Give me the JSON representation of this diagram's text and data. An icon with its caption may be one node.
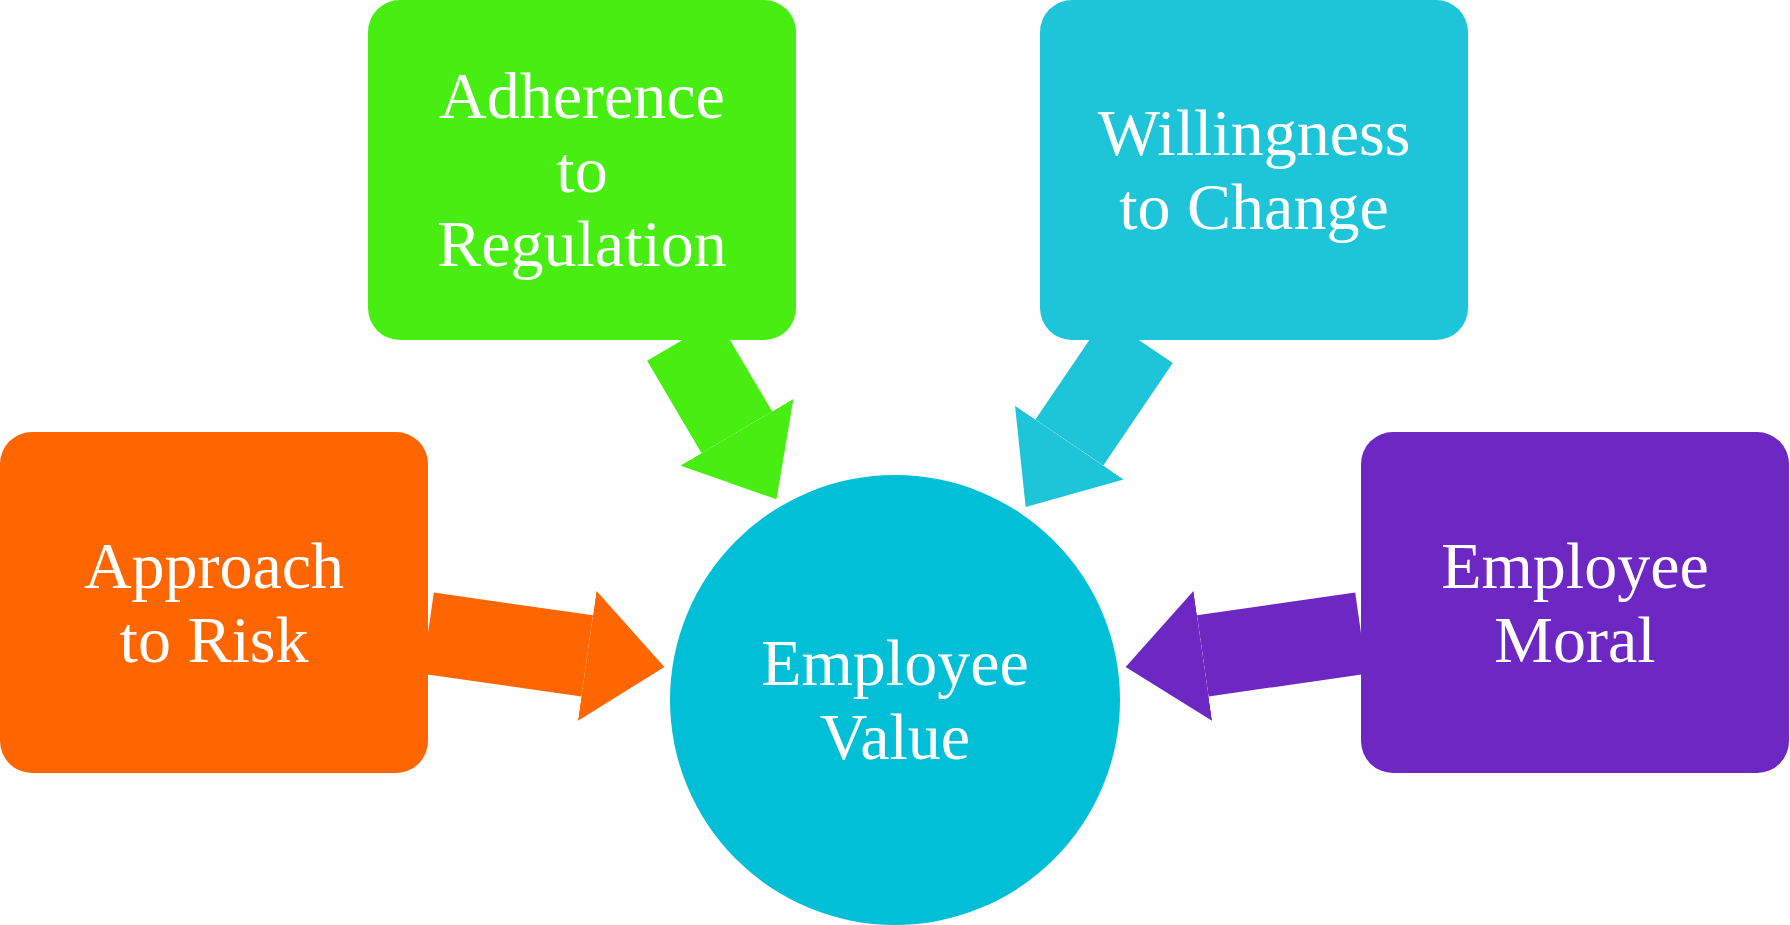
{
  "diagram": {
    "nodes": [
      {
        "text": [
          "Adherence to Regulation"
        ]
      },
      {
        "text": [
          "Willingness to Change"
        ]
      },
      {
        "text": [
          "Approach to Risk"
        ]
      },
      {
        "text": [
          "Employee Moral"
        ]
      },
      {
        "text": [
          "Employee Value"
        ]
      }
    ],
    "edges": [
      {
        "from": 0,
        "to": 4,
        "arrow": "to",
        "color": "#48ee12"
      },
      {
        "from": 1,
        "to": 4,
        "arrow": "to",
        "color": "#1ec5d8"
      },
      {
        "from": 2,
        "to": 4,
        "arrow": "to",
        "color": "#ff6600"
      },
      {
        "from": 3,
        "to": 4,
        "arrow": "to",
        "color": "#6d27c2"
      }
    ]
  }
}
